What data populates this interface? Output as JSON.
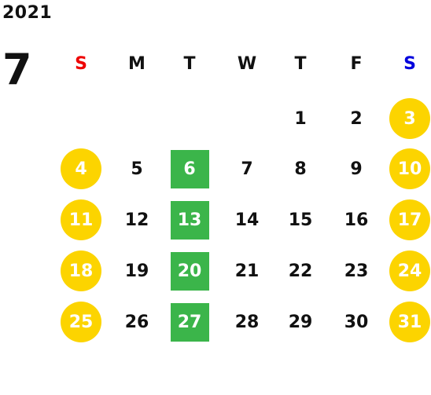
{
  "calendar": {
    "year": "2021",
    "month": "7",
    "weekdays": [
      {
        "label": "S",
        "color": "#ee0000"
      },
      {
        "label": "M",
        "color": "#111111"
      },
      {
        "label": "T",
        "color": "#111111"
      },
      {
        "label": "W",
        "color": "#111111"
      },
      {
        "label": "T",
        "color": "#111111"
      },
      {
        "label": "F",
        "color": "#111111"
      },
      {
        "label": "S",
        "color": "#0000dd"
      }
    ],
    "weeks": [
      [
        null,
        null,
        null,
        null,
        {
          "day": "1"
        },
        {
          "day": "2"
        },
        {
          "day": "3",
          "mark": "circle"
        }
      ],
      [
        {
          "day": "4",
          "mark": "circle"
        },
        {
          "day": "5"
        },
        {
          "day": "6",
          "mark": "square"
        },
        {
          "day": "7"
        },
        {
          "day": "8"
        },
        {
          "day": "9"
        },
        {
          "day": "10",
          "mark": "circle"
        }
      ],
      [
        {
          "day": "11",
          "mark": "circle"
        },
        {
          "day": "12"
        },
        {
          "day": "13",
          "mark": "square"
        },
        {
          "day": "14"
        },
        {
          "day": "15"
        },
        {
          "day": "16"
        },
        {
          "day": "17",
          "mark": "circle"
        }
      ],
      [
        {
          "day": "18",
          "mark": "circle"
        },
        {
          "day": "19"
        },
        {
          "day": "20",
          "mark": "square"
        },
        {
          "day": "21"
        },
        {
          "day": "22"
        },
        {
          "day": "23"
        },
        {
          "day": "24",
          "mark": "circle"
        }
      ],
      [
        {
          "day": "25",
          "mark": "circle"
        },
        {
          "day": "26"
        },
        {
          "day": "27",
          "mark": "square"
        },
        {
          "day": "28"
        },
        {
          "day": "29"
        },
        {
          "day": "30"
        },
        {
          "day": "31",
          "mark": "circle"
        }
      ]
    ],
    "colors": {
      "weekend_circle": "#fcd400",
      "highlight_square": "#3bb54a",
      "sunday_label": "#ee0000",
      "saturday_label": "#0000dd"
    }
  }
}
